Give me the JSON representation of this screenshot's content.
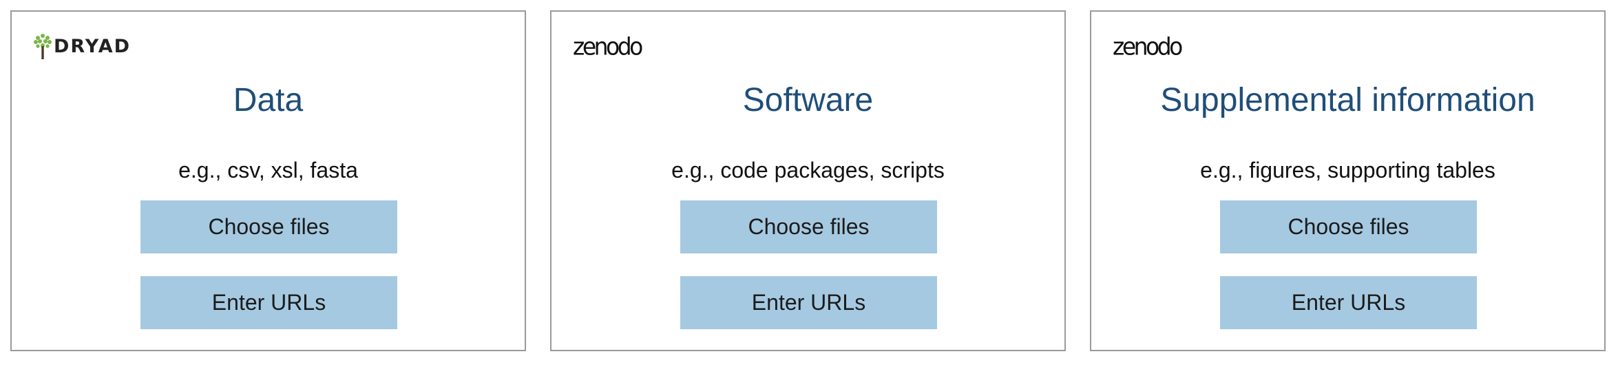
{
  "cards": [
    {
      "logo_text": "DRYAD",
      "logo_icon": "tree-icon",
      "title": "Data",
      "example": "e.g., csv, xsl, fasta",
      "choose_label": "Choose files",
      "urls_label": "Enter URLs"
    },
    {
      "logo_text": "zenodo",
      "title": "Software",
      "example": "e.g., code packages, scripts",
      "choose_label": "Choose files",
      "urls_label": "Enter URLs"
    },
    {
      "logo_text": "zenodo",
      "title": "Supplemental information",
      "example": "e.g., figures, supporting tables",
      "choose_label": "Choose files",
      "urls_label": "Enter URLs"
    }
  ],
  "colors": {
    "title": "#1f4e79",
    "button_bg": "#a5c9e1",
    "card_border": "#9a9a9a",
    "dryad_tree": "#7ab648"
  }
}
